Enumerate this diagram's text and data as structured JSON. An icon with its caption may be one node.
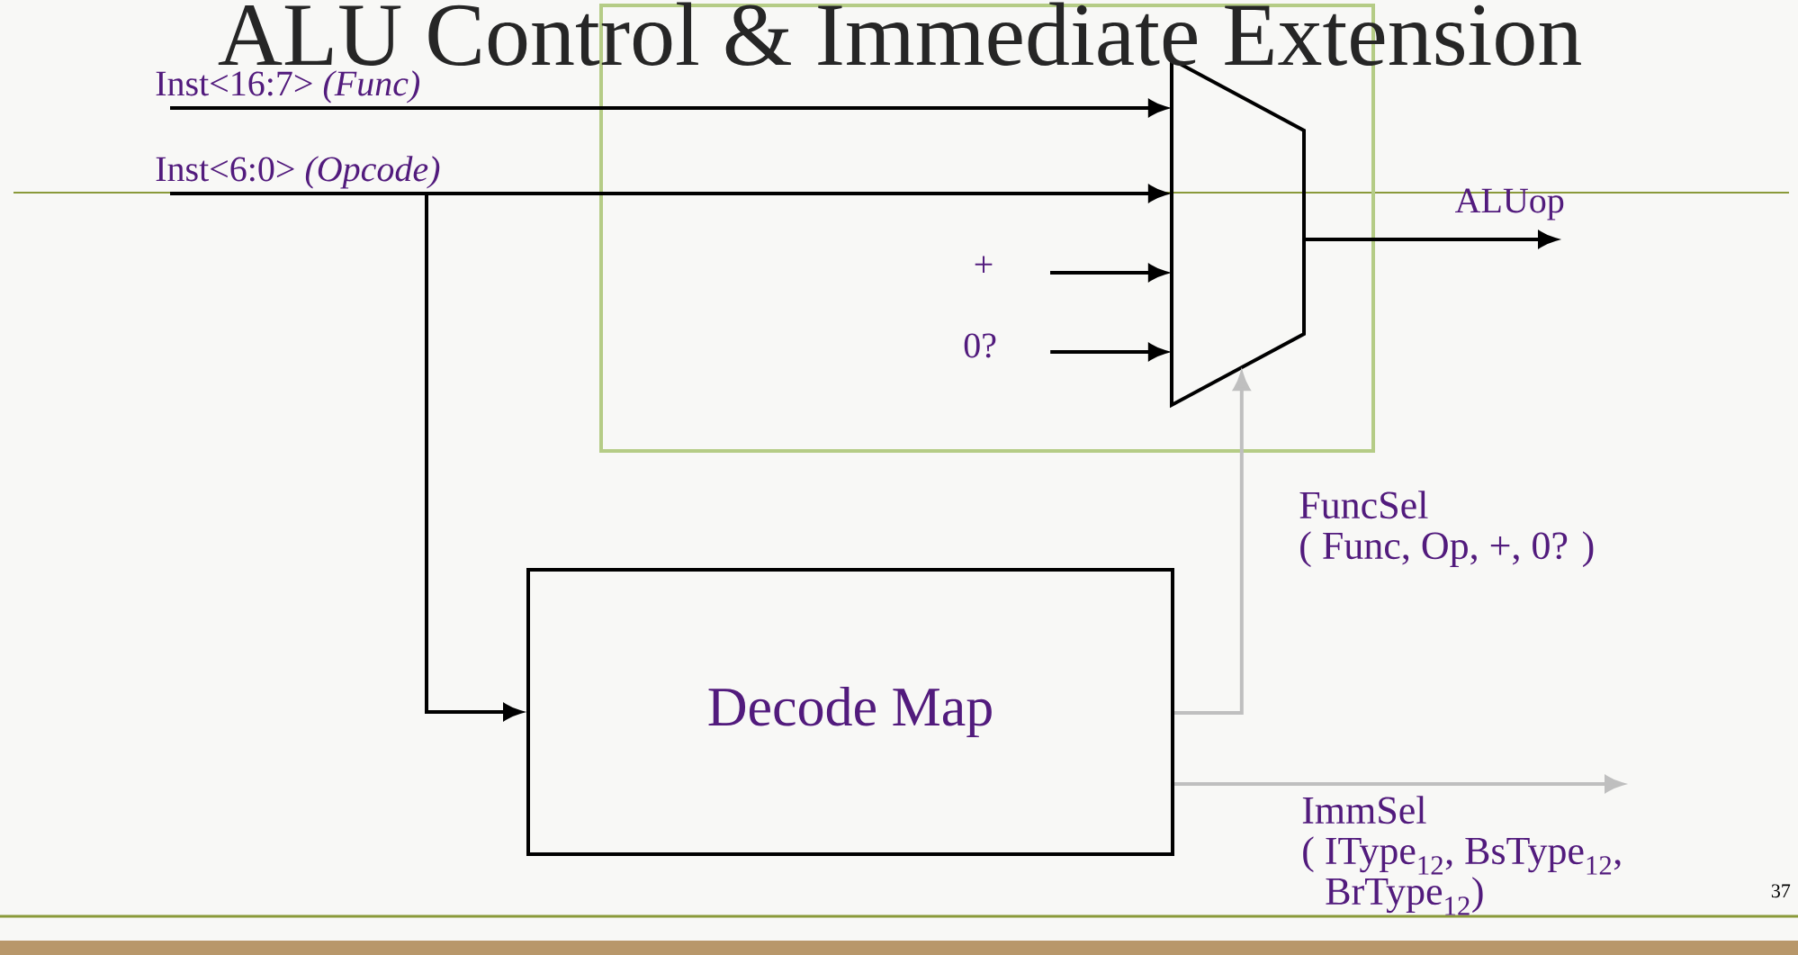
{
  "diagram": {
    "title": "ALU Control & Immediate Extension",
    "nodes": [
      {
        "text": [
          "Inst<16:7> *(Func)*"
        ]
      },
      {
        "text": [
          "Inst<6:0> *(Opcode)*"
        ]
      },
      {
        "text": [],
        "shape": "box"
      },
      {
        "text": [],
        "shape": "trapezoid",
        "in": 2
      },
      {
        "text": [
          "+"
        ],
        "in": 2
      },
      {
        "text": [
          "0?"
        ],
        "in": 2
      },
      {
        "text": [
          "ALUop"
        ]
      },
      {
        "text": [
          "Decode Map"
        ]
      }
    ],
    "edges": [
      {
        "from": 0,
        "to": 3,
        "arrow": "to"
      },
      {
        "from": 1,
        "to": 3,
        "arrow": "to"
      },
      {
        "from": 1,
        "to": 7,
        "arrow": "to"
      },
      {
        "from": 4,
        "to": 3,
        "arrow": "to"
      },
      {
        "from": 5,
        "to": 3,
        "arrow": "to"
      },
      {
        "from": 3,
        "to": 6,
        "arrow": "to"
      },
      {
        "from": 7,
        "to": 3,
        "arrow": "to",
        "color": "#bfbfbf",
        "label": "FuncSel ( Func, Op, +, 0? )"
      },
      {
        "from": 7,
        "to": null,
        "arrow": "to",
        "color": "#bfbfbf",
        "label": "ImmSel ( IType$_{12}$, BsType$_{12}$, BrType$_{12}$)"
      }
    ],
    "labels": [
      "37"
    ]
  }
}
